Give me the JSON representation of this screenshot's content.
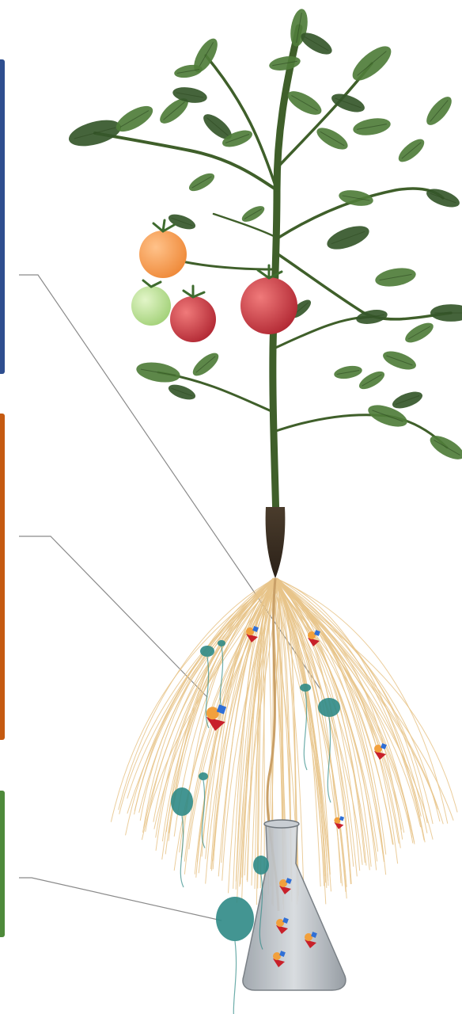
{
  "colors": {
    "panel_top": "#2E4E8F",
    "panel_middle": "#C55A11",
    "panel_bottom": "#4E8A3A",
    "leader_line": "#8A8A8A",
    "leaf": "#4F7D3A",
    "leaf_dark": "#35572A",
    "stem": "#3F5F2A",
    "root_base": "#3B3024",
    "roots": "#E8C48A",
    "tomato_red": "#C8373B",
    "tomato_orange": "#F29A45",
    "tomato_green": "#B8DC8C",
    "microbe": "#2F8A86",
    "flask": "#B8BEC4"
  },
  "icons": {
    "plant": "tomato-plant-illustration",
    "microbes": "bacteria-cells",
    "molecules": "signal-molecule-shapes",
    "flask": "erlenmeyer-flask"
  }
}
